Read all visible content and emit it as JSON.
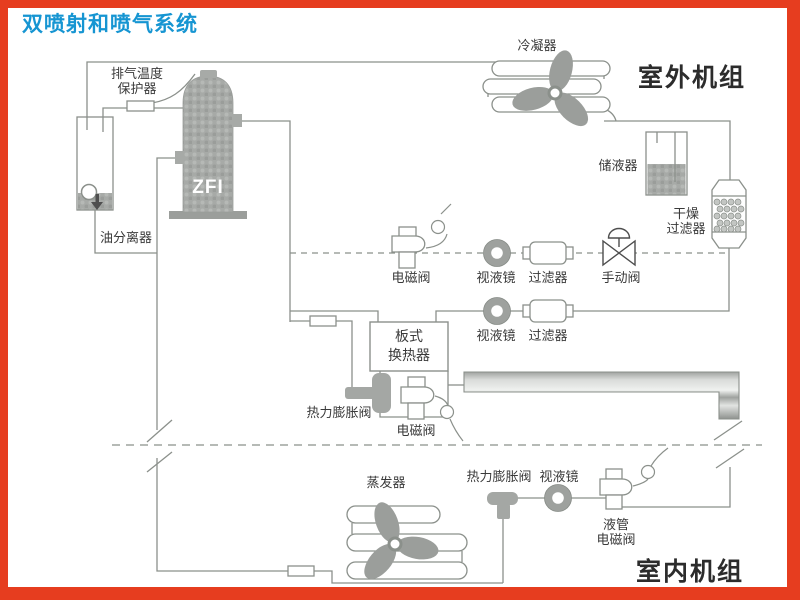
{
  "title": "双喷射和喷气系统",
  "colors": {
    "frame": "#e63d1f",
    "title_text": "#1695d2",
    "diagram_line": "#8b908b",
    "component_gray": "#a7aaa7",
    "label_text": "#3a3a3a"
  },
  "sections": {
    "outdoor_unit": "室外机组",
    "indoor_unit": "室内机组"
  },
  "labels": {
    "discharge_temp_protector": "排气温度\n保护器",
    "compressor_model": "ZFI",
    "oil_separator": "油分离器",
    "condenser": "冷凝器",
    "receiver": "储液器",
    "drier_filter": "干燥\n过滤器",
    "solenoid_valve_injection": "电磁阀",
    "sight_glass_1": "视液镜",
    "filter_1": "过滤器",
    "manual_valve": "手动阀",
    "sight_glass_2": "视液镜",
    "filter_2": "过滤器",
    "plate_heat_exchanger": "板式\n换热器",
    "expansion_valve_economizer": "热力膨胀阀",
    "solenoid_valve_economizer": "电磁阀",
    "evaporator": "蒸发器",
    "expansion_valve_indoor": "热力膨胀阀",
    "sight_glass_3": "视液镜",
    "liquid_line_solenoid_valve": "液管\n电磁阀"
  }
}
